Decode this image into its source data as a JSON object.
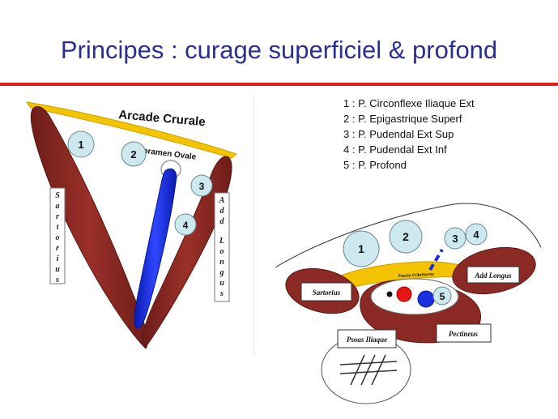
{
  "title": "Principes : curage superficiel & profond",
  "legend": [
    "1 : P. Circonflexe Iliaque Ext",
    "2 : P. Epigastrique Superf",
    "3 : P. Pudendal Ext Sup",
    "4 : P. Pudendal Ext Inf",
    "5 : P. Profond"
  ],
  "left_diagram": {
    "arcade": "Arcade Crurale",
    "foramen": "Foramen Ovale",
    "sartorius_letters": [
      "S",
      "a",
      "r",
      "t",
      "o",
      "r",
      "i",
      "u",
      "s"
    ],
    "add_longus_letters": [
      "A",
      "d",
      "d",
      "",
      "L",
      "o",
      "n",
      "g",
      "u",
      "s"
    ],
    "nodes": [
      "1",
      "2",
      "3",
      "4"
    ]
  },
  "right_diagram": {
    "nodes": [
      "1",
      "2",
      "3",
      "4",
      "5"
    ],
    "sartorius": "Sartorius",
    "add_longus": "Add Longus",
    "psoas": "Psoas Iliaque",
    "pectineus": "Pectineus",
    "fascia": "Fascia Cribriforme"
  },
  "colors": {
    "title": "#2b2f8f",
    "rule": "#e8191b",
    "muscle": "#8b2a25",
    "vein": "#1a2fe0",
    "node_fill": "#cde8ee",
    "arcade": "#f5c400"
  }
}
